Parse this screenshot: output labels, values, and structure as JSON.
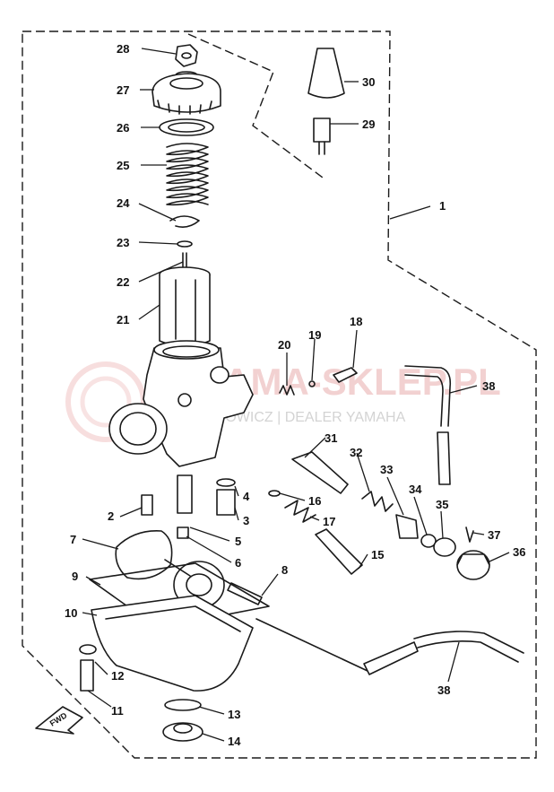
{
  "labels": {
    "p1": "1",
    "p2": "2",
    "p3": "3",
    "p4": "4",
    "p5": "5",
    "p6": "6",
    "p7": "7",
    "p8": "8",
    "p9": "9",
    "p10": "10",
    "p11": "11",
    "p12": "12",
    "p13": "13",
    "p14": "14",
    "p15": "15",
    "p16": "16",
    "p17": "17",
    "p18": "18",
    "p19": "19",
    "p20": "20",
    "p21": "21",
    "p22": "22",
    "p23": "23",
    "p24": "24",
    "p25": "25",
    "p26": "26",
    "p27": "27",
    "p28": "28",
    "p29": "29",
    "p30": "30",
    "p31": "31",
    "p32": "32",
    "p33": "33",
    "p34": "34",
    "p35": "35",
    "p36": "36",
    "p37": "37",
    "p38a": "38",
    "p38b": "38"
  },
  "watermark": {
    "brand": "YAMA-SKLEP.PL",
    "subtitle": "W. SICHOWICZ | DEALER YAMAHA",
    "color": "#e39a9a"
  },
  "fwd_badge": "FWD"
}
